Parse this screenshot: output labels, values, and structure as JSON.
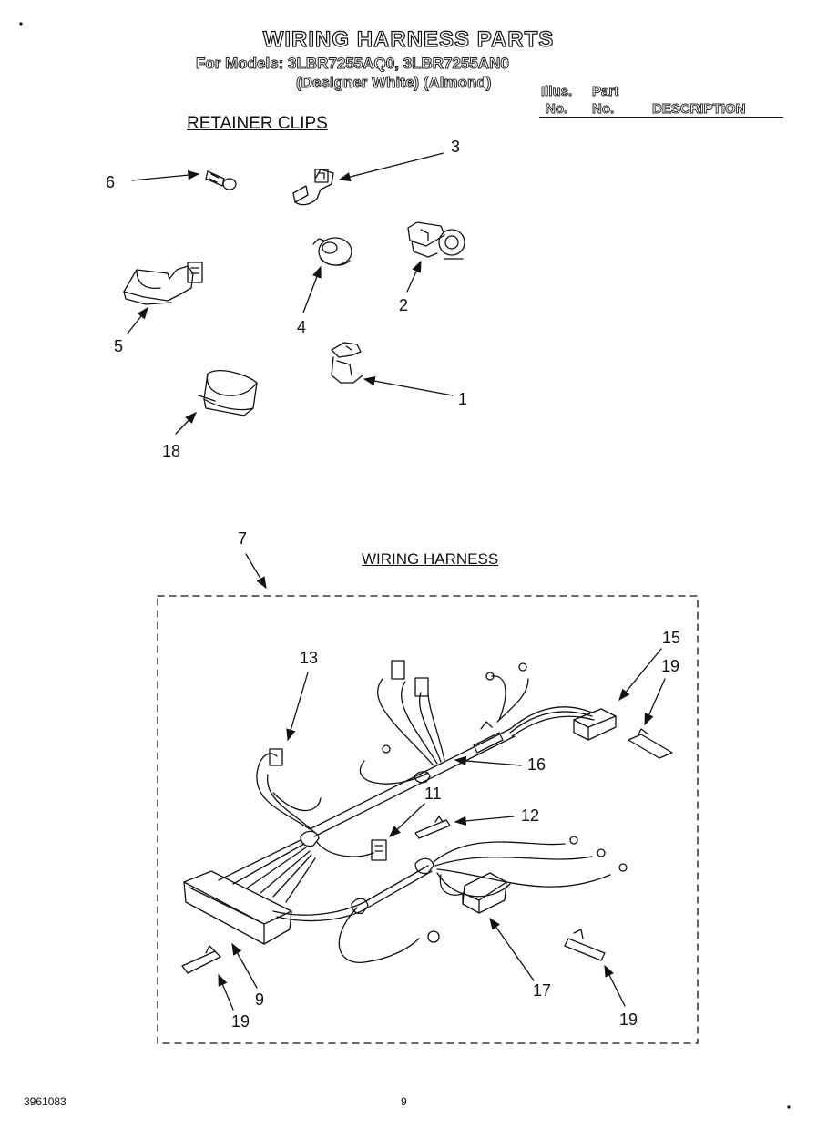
{
  "header": {
    "title": "WIRING HARNESS PARTS",
    "models_line": "For Models: 3LBR7255AQ0, 3LBR7255AN0",
    "variants_line": "(Designer White)   (Almond)",
    "columns": {
      "illus_top": "Illus.",
      "illus_bottom": "No.",
      "part_top": "Part",
      "part_bottom": "No.",
      "description": "DESCRIPTION"
    }
  },
  "sections": {
    "retainer_clips": "RETAINER CLIPS",
    "wiring_harness": "WIRING HARNESS"
  },
  "callouts": {
    "c1": "1",
    "c2": "2",
    "c3": "3",
    "c4": "4",
    "c5": "5",
    "c6": "6",
    "c18": "18",
    "c7": "7",
    "c13": "13",
    "c15": "15",
    "c19a": "19",
    "c16": "16",
    "c11": "11",
    "c12": "12",
    "c9": "9",
    "c17": "17",
    "c19b": "19",
    "c19c": "19"
  },
  "footer": {
    "doc_number": "3961083",
    "page_number": "9"
  }
}
